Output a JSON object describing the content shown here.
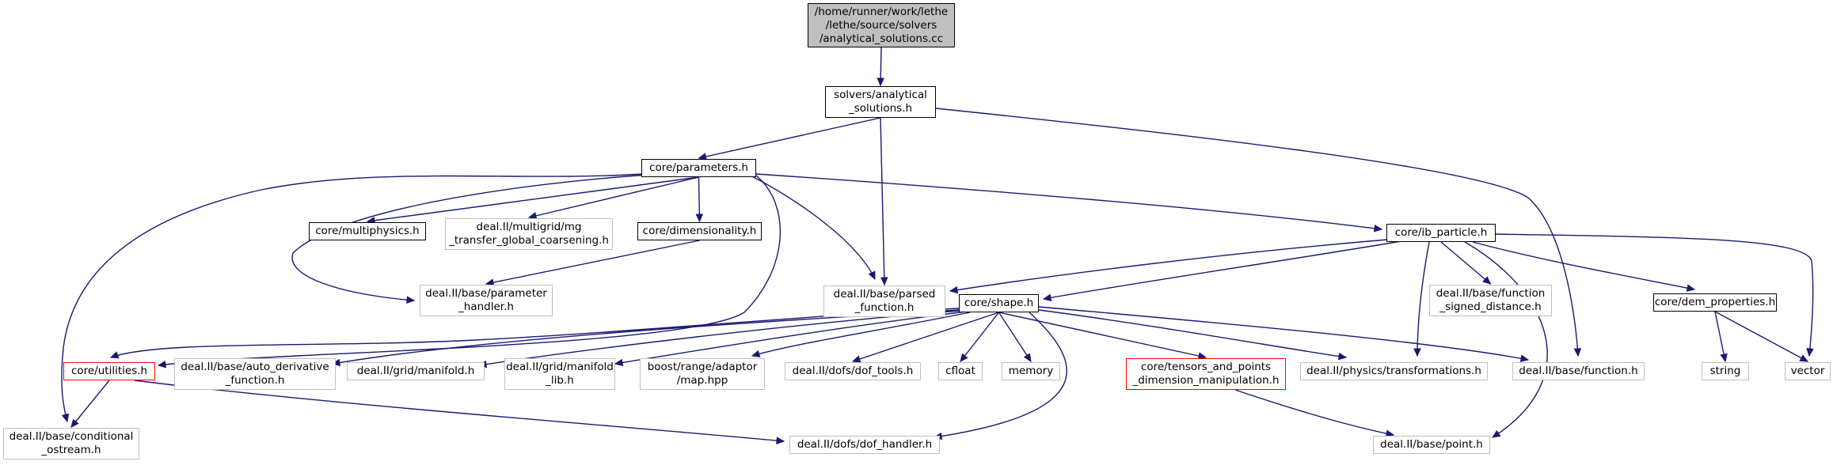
{
  "graph": {
    "nodes": [
      {
        "id": "root",
        "lines": [
          "/home/runner/work/lethe",
          "/lethe/source/solvers",
          "/analytical_solutions.cc"
        ],
        "style": "root"
      },
      {
        "id": "solvers_analytical",
        "lines": [
          "solvers/analytical",
          "_solutions.h"
        ],
        "style": "doc"
      },
      {
        "id": "core_parameters",
        "lines": [
          "core/parameters.h"
        ],
        "style": "doc"
      },
      {
        "id": "core_multiphysics",
        "lines": [
          "core/multiphysics.h"
        ],
        "style": "doc"
      },
      {
        "id": "dealii_mg",
        "lines": [
          "deal.II/multigrid/mg",
          "_transfer_global_coarsening.h"
        ],
        "style": "ext"
      },
      {
        "id": "core_dimensionality",
        "lines": [
          "core/dimensionality.h"
        ],
        "style": "doc"
      },
      {
        "id": "core_ib_particle",
        "lines": [
          "core/ib_particle.h"
        ],
        "style": "doc"
      },
      {
        "id": "dealii_param_handler",
        "lines": [
          "deal.II/base/parameter",
          "_handler.h"
        ],
        "style": "ext"
      },
      {
        "id": "dealii_parsed_function",
        "lines": [
          "deal.II/base/parsed",
          "_function.h"
        ],
        "style": "ext"
      },
      {
        "id": "core_shape",
        "lines": [
          "core/shape.h"
        ],
        "style": "doc"
      },
      {
        "id": "dealii_signed_distance",
        "lines": [
          "deal.II/base/function",
          "_signed_distance.h"
        ],
        "style": "ext"
      },
      {
        "id": "core_dem_properties",
        "lines": [
          "core/dem_properties.h"
        ],
        "style": "doc"
      },
      {
        "id": "core_utilities",
        "lines": [
          "core/utilities.h"
        ],
        "style": "red"
      },
      {
        "id": "dealii_auto_derivative",
        "lines": [
          "deal.II/base/auto_derivative",
          "_function.h"
        ],
        "style": "ext"
      },
      {
        "id": "dealii_manifold",
        "lines": [
          "deal.II/grid/manifold.h"
        ],
        "style": "ext"
      },
      {
        "id": "dealii_manifold_lib",
        "lines": [
          "deal.II/grid/manifold",
          "_lib.h"
        ],
        "style": "ext"
      },
      {
        "id": "boost_map",
        "lines": [
          "boost/range/adaptor",
          "/map.hpp"
        ],
        "style": "ext"
      },
      {
        "id": "dealii_dof_tools",
        "lines": [
          "deal.II/dofs/dof_tools.h"
        ],
        "style": "ext"
      },
      {
        "id": "cfloat",
        "lines": [
          "cfloat"
        ],
        "style": "ext"
      },
      {
        "id": "memory",
        "lines": [
          "memory"
        ],
        "style": "ext"
      },
      {
        "id": "core_tensors",
        "lines": [
          "core/tensors_and_points",
          "_dimension_manipulation.h"
        ],
        "style": "red"
      },
      {
        "id": "dealii_transformations",
        "lines": [
          "deal.II/physics/transformations.h"
        ],
        "style": "ext"
      },
      {
        "id": "dealii_function",
        "lines": [
          "deal.II/base/function.h"
        ],
        "style": "ext"
      },
      {
        "id": "string",
        "lines": [
          "string"
        ],
        "style": "ext"
      },
      {
        "id": "vector",
        "lines": [
          "vector"
        ],
        "style": "ext"
      },
      {
        "id": "dealii_cond_ostream",
        "lines": [
          "deal.II/base/conditional",
          "_ostream.h"
        ],
        "style": "ext"
      },
      {
        "id": "dealii_dof_handler",
        "lines": [
          "deal.II/dofs/dof_handler.h"
        ],
        "style": "ext"
      },
      {
        "id": "dealii_point",
        "lines": [
          "deal.II/base/point.h"
        ],
        "style": "ext"
      }
    ],
    "edges": [
      [
        "root",
        "solvers_analytical"
      ],
      [
        "solvers_analytical",
        "core_parameters"
      ],
      [
        "solvers_analytical",
        "dealii_parsed_function"
      ],
      [
        "solvers_analytical",
        "dealii_function"
      ],
      [
        "core_parameters",
        "core_multiphysics"
      ],
      [
        "core_parameters",
        "dealii_mg"
      ],
      [
        "core_parameters",
        "core_dimensionality"
      ],
      [
        "core_parameters",
        "core_ib_particle"
      ],
      [
        "core_parameters",
        "dealii_param_handler"
      ],
      [
        "core_parameters",
        "dealii_parsed_function"
      ],
      [
        "core_parameters",
        "core_utilities"
      ],
      [
        "core_parameters",
        "dealii_cond_ostream"
      ],
      [
        "core_dimensionality",
        "dealii_param_handler"
      ],
      [
        "core_ib_particle",
        "dealii_parsed_function"
      ],
      [
        "core_ib_particle",
        "core_shape"
      ],
      [
        "core_ib_particle",
        "dealii_signed_distance"
      ],
      [
        "core_ib_particle",
        "dealii_transformations"
      ],
      [
        "core_ib_particle",
        "core_dem_properties"
      ],
      [
        "core_ib_particle",
        "vector"
      ],
      [
        "core_ib_particle",
        "dealii_point"
      ],
      [
        "core_shape",
        "core_utilities"
      ],
      [
        "core_shape",
        "dealii_auto_derivative"
      ],
      [
        "core_shape",
        "dealii_manifold"
      ],
      [
        "core_shape",
        "dealii_manifold_lib"
      ],
      [
        "core_shape",
        "boost_map"
      ],
      [
        "core_shape",
        "dealii_dof_tools"
      ],
      [
        "core_shape",
        "cfloat"
      ],
      [
        "core_shape",
        "memory"
      ],
      [
        "core_shape",
        "core_tensors"
      ],
      [
        "core_shape",
        "dealii_transformations"
      ],
      [
        "core_shape",
        "dealii_function"
      ],
      [
        "core_shape",
        "dealii_dof_handler"
      ],
      [
        "core_dem_properties",
        "string"
      ],
      [
        "core_dem_properties",
        "vector"
      ],
      [
        "core_utilities",
        "dealii_cond_ostream"
      ],
      [
        "core_utilities",
        "dealii_dof_handler"
      ],
      [
        "core_tensors",
        "dealii_point"
      ]
    ]
  }
}
